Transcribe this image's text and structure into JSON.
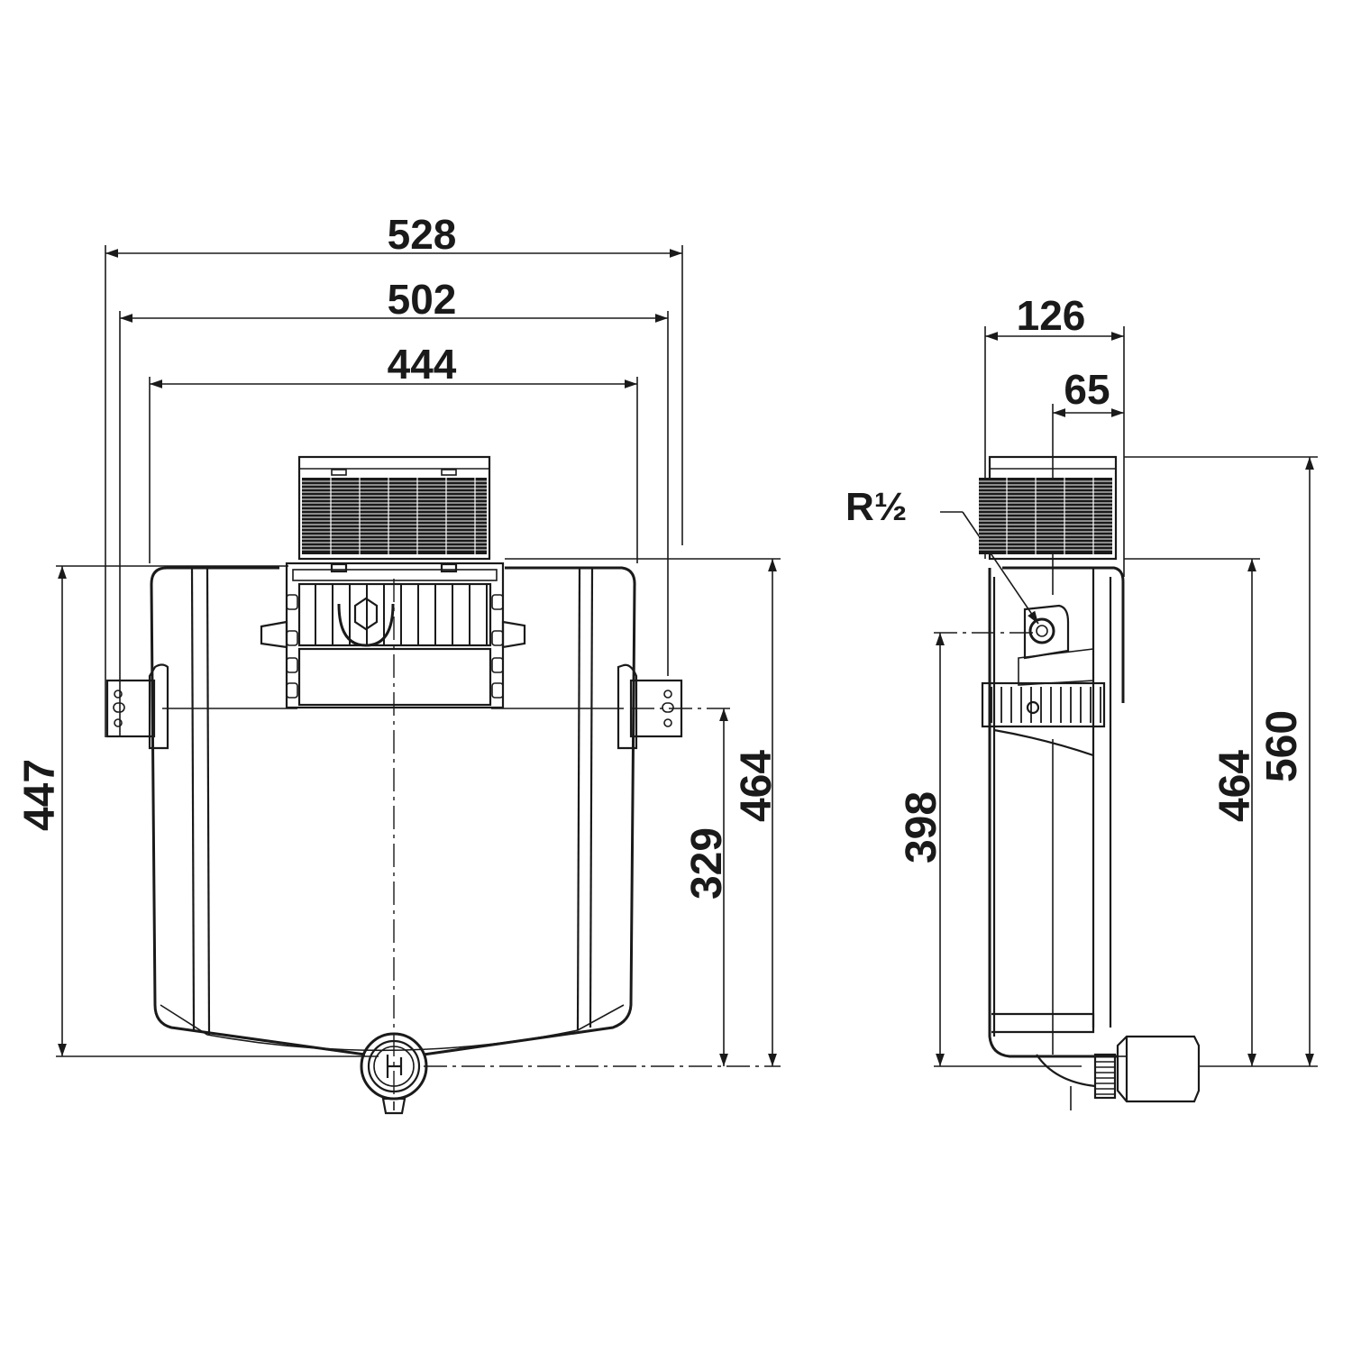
{
  "front_view": {
    "width_overall": "528",
    "width_frame": "502",
    "width_tank": "444",
    "height_tank": "447",
    "height_total": "464",
    "height_bracket": "329"
  },
  "side_view": {
    "depth_overall": "126",
    "depth_offset": "65",
    "inlet_label": "R½",
    "height_inlet": "398",
    "height_total": "464",
    "height_overall": "560"
  }
}
